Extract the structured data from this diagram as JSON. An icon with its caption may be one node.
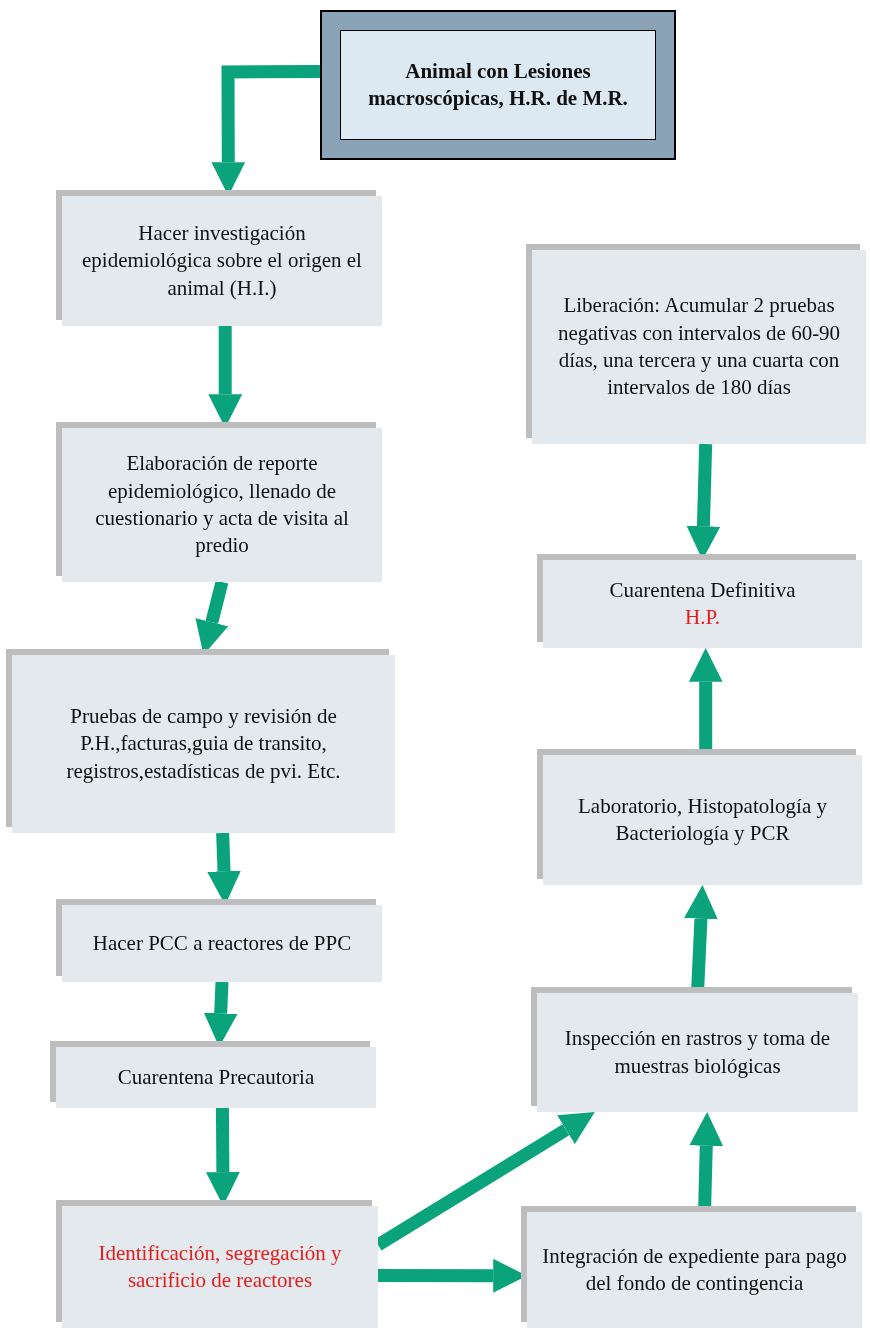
{
  "diagram": {
    "nodes": [
      {
        "text": [
          "Animal con Lesiones macroscópicas, H.R. de M.R."
        ]
      },
      {
        "text": [
          "Hacer investigación epidemiológica sobre el origen el animal (H.I.)"
        ]
      },
      {
        "text": [
          "Elaboración de reporte epidemiológico, llenado de cuestionario y acta de visita al predio"
        ]
      },
      {
        "text": [
          "Pruebas de campo y revisión de P.H.,facturas,guia de transito, registros,estadísticas de pvi. Etc."
        ]
      },
      {
        "text": [
          "Hacer PCC a reactores de PPC"
        ]
      },
      {
        "text": [
          "Cuarentena Precautoria"
        ]
      },
      {
        "text": [
          "Identificación, segregación y sacrificio de reactores"
        ]
      },
      {
        "text": [
          "Integración de expediente para pago del fondo de contingencia"
        ]
      },
      {
        "text": [
          "Inspección en rastros y toma de muestras biológicas"
        ]
      },
      {
        "text": [
          "Laboratorio, Histopatología y Bacteriología y PCR"
        ]
      },
      {
        "text": [
          "Cuarentena Definitiva",
          "H.P."
        ]
      },
      {
        "text": [
          "Liberación: Acumular 2 pruebas negativas con intervalos de 60-90 días, una tercera y una cuarta con intervalos de 180 días"
        ]
      }
    ],
    "edges": [
      {
        "from": 0,
        "to": 1,
        "arrow": "to"
      },
      {
        "from": 1,
        "to": 2,
        "arrow": "to"
      },
      {
        "from": 2,
        "to": 3,
        "arrow": "to"
      },
      {
        "from": 3,
        "to": 4,
        "arrow": "to"
      },
      {
        "from": 4,
        "to": 5,
        "arrow": "to"
      },
      {
        "from": 5,
        "to": 6,
        "arrow": "to"
      },
      {
        "from": 6,
        "to": 8,
        "arrow": "to"
      },
      {
        "from": 6,
        "to": 7,
        "arrow": "to"
      },
      {
        "from": 7,
        "to": 8,
        "arrow": "to"
      },
      {
        "from": 8,
        "to": 9,
        "arrow": "to"
      },
      {
        "from": 9,
        "to": 10,
        "arrow": "to"
      },
      {
        "from": 11,
        "to": 10,
        "arrow": "to"
      }
    ]
  }
}
